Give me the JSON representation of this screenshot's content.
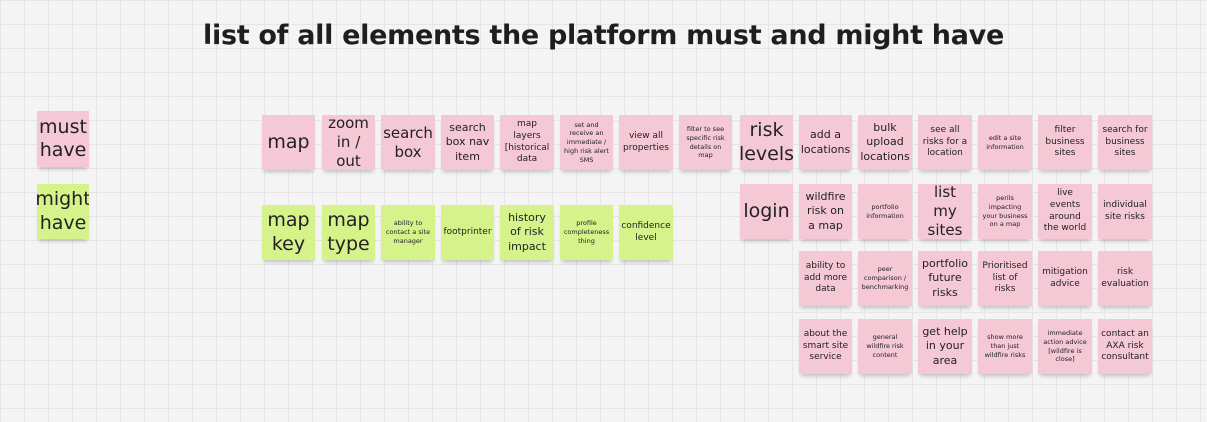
{
  "title": "list of all elements the platform must and might have",
  "legend": {
    "must": "must have",
    "might": "might have"
  },
  "row1": [
    "map",
    "zoom in / out",
    "search box",
    "search box nav item",
    "map layers [historical data",
    "set and receive an immediate / high risk alert SMS",
    "view all properties",
    "filter to see specific risk details on map",
    "risk levels",
    "add a locations",
    "bulk upload locations",
    "see all risks for a location",
    "edit a site information",
    "filter business sites",
    "search for business sites"
  ],
  "row2_green": [
    "map key",
    "map type",
    "ability to contact a site manager",
    "footprinter",
    "history of risk impact",
    "profile completeness thing",
    "confidence level"
  ],
  "row2_pink": [
    "login",
    "wildfire risk on a map",
    "portfolio information",
    "list my sites",
    "perils impacting your business on a map",
    "live events around the world",
    "individual site risks"
  ],
  "row3": [
    "ability to add more data",
    "peer comparison / benchmarking",
    "portfolio future risks",
    "Prioritised list of risks",
    "mitigation advice",
    "risk evaluation"
  ],
  "row4": [
    "about the smart site service",
    "general wildfire risk content",
    "get help in your area",
    "show more than just wildfire risks",
    "immediate action advice [wildfire is close]",
    "contact an AXA risk consultant"
  ],
  "colors": {
    "must_have": "#f5c8d6",
    "might_have": "#d6f28a",
    "background": "#f4f4f4"
  }
}
